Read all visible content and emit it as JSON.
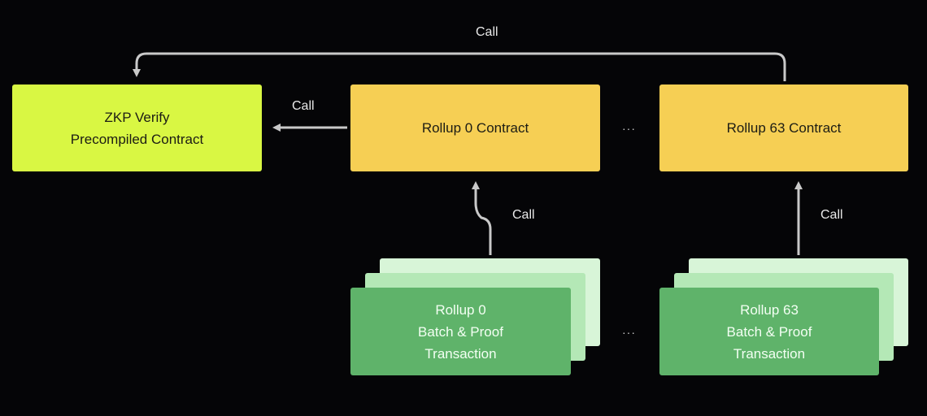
{
  "labels": {
    "top_call": "Call",
    "zkp_call": "Call",
    "rollup0_call": "Call",
    "rollup63_call": "Call",
    "ellipsis_contracts": "···",
    "ellipsis_transactions": "···"
  },
  "zkp_box": {
    "line1": "ZKP Verify",
    "line2": "Precompiled Contract"
  },
  "rollup0_contract": {
    "label": "Rollup 0 Contract"
  },
  "rollup63_contract": {
    "label": "Rollup 63 Contract"
  },
  "rollup0_tx": {
    "line1": "Rollup 0",
    "line2": "Batch & Proof",
    "line3": "Transaction"
  },
  "rollup63_tx": {
    "line1": "Rollup 63",
    "line2": "Batch & Proof",
    "line3": "Transaction"
  },
  "colors": {
    "background": "#050507",
    "zkp": "#d9f743",
    "contract": "#f6cf54",
    "transaction": "#5fb36a",
    "arrow": "#c9c9c9"
  }
}
